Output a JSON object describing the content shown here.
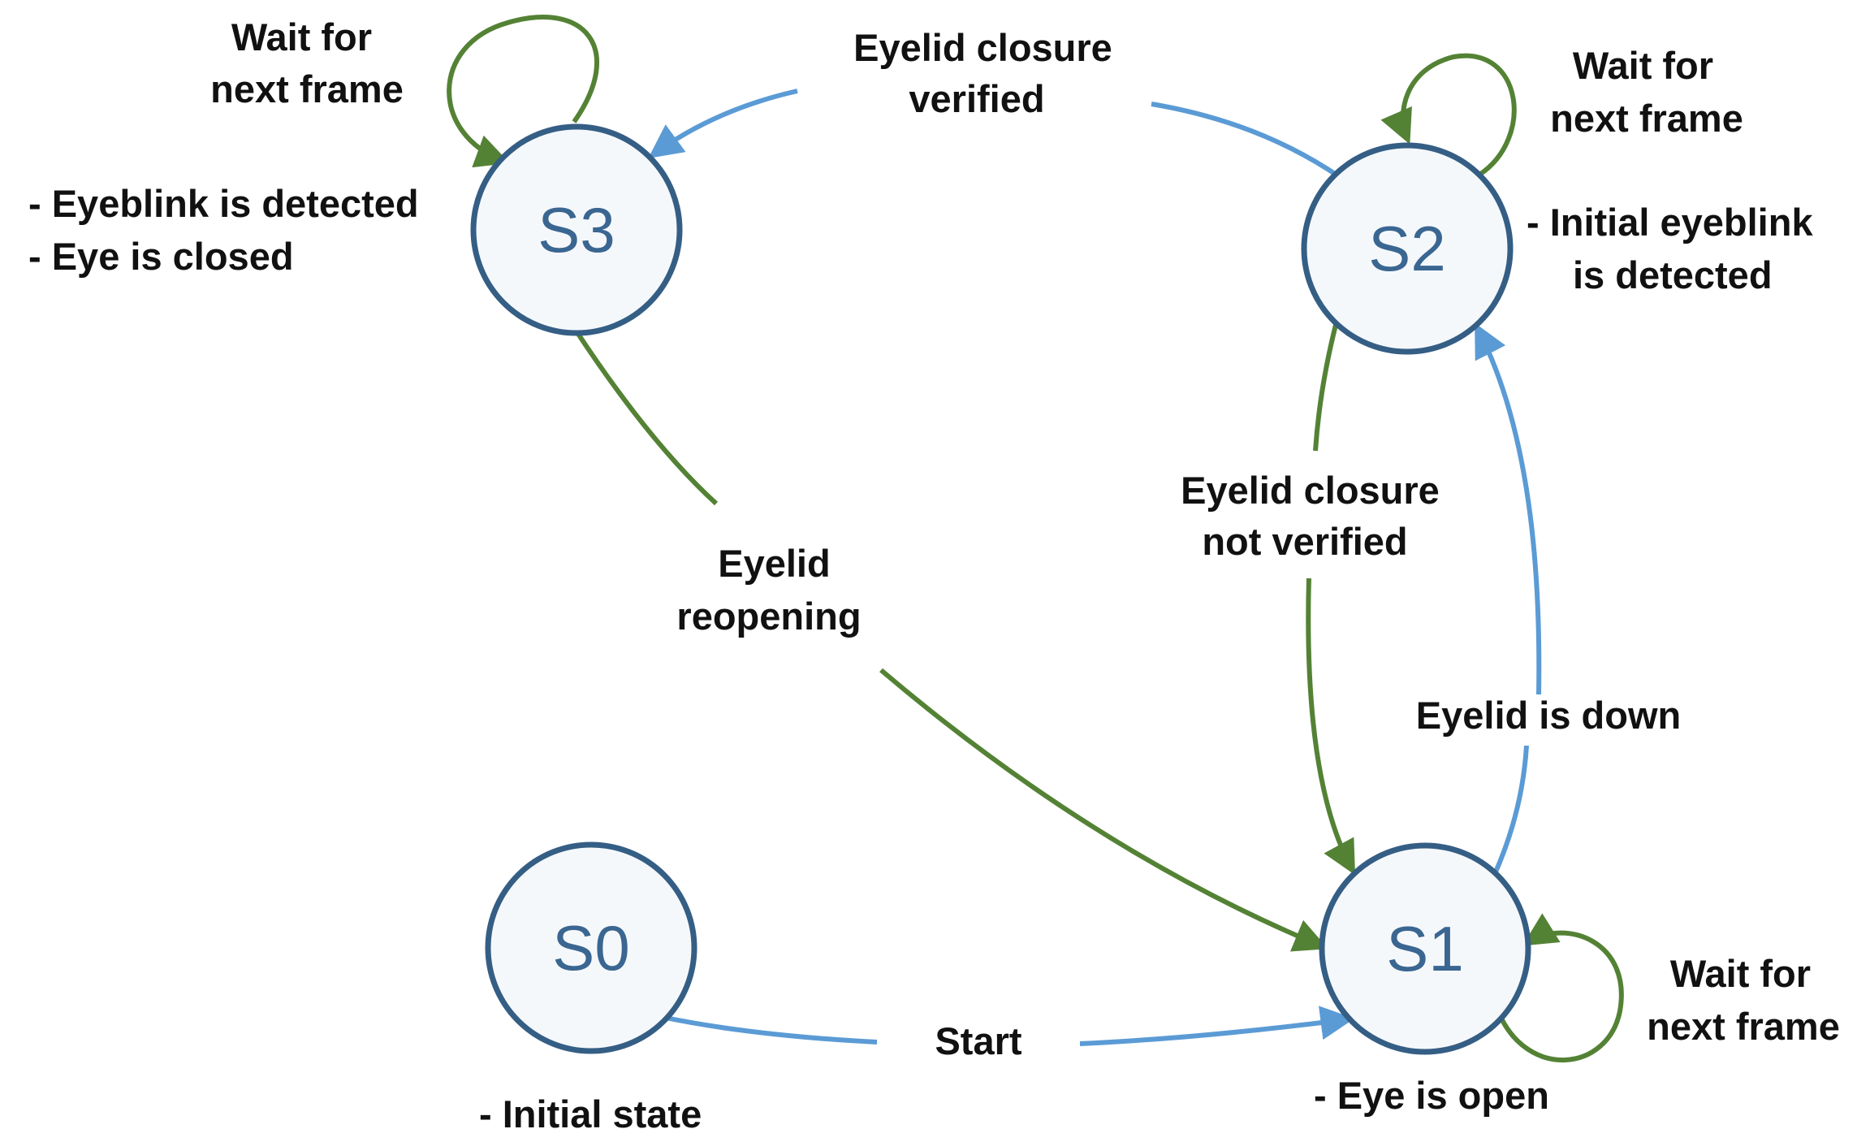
{
  "states": {
    "s0": {
      "label": "S0",
      "notes": [
        "- Initial state"
      ]
    },
    "s1": {
      "label": "S1",
      "notes": [
        "- Eye is open"
      ]
    },
    "s2": {
      "label": "S2",
      "notes": [
        "- Initial eyeblink",
        "is detected"
      ]
    },
    "s3": {
      "label": "S3",
      "notes": [
        "- Eyeblink is detected",
        "- Eye is closed"
      ]
    }
  },
  "transitions": {
    "start": [
      "Start"
    ],
    "eyelid_down": [
      "Eyelid is down"
    ],
    "closure_verified": [
      "Eyelid closure",
      "verified"
    ],
    "closure_not_verified": [
      "Eyelid closure",
      "not verified"
    ],
    "reopening": [
      "Eyelid",
      "reopening"
    ],
    "wait_s1": [
      "Wait for",
      "next frame"
    ],
    "wait_s2": [
      "Wait for",
      "next frame"
    ],
    "wait_s3": [
      "Wait for",
      "next frame"
    ]
  },
  "colors": {
    "blue_edge": "#5b9bd5",
    "green_edge": "#548235",
    "state_border": "#355e85",
    "state_text": "#3a6691"
  }
}
